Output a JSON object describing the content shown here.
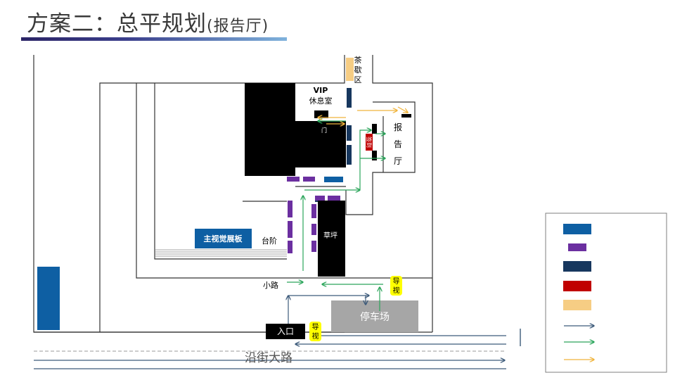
{
  "page": {
    "title": "方案二：总平规划",
    "subtitle": "(报告厅)"
  },
  "labels": {
    "tea_area": [
      "茶",
      "歇",
      "区"
    ],
    "vip_lounge": [
      "VIP",
      "休息室"
    ],
    "door_marker": "门",
    "hall_side_tag": "签到",
    "report_hall": [
      "报",
      "告",
      "厅"
    ],
    "main_board": "主视觉展板",
    "steps": "台阶",
    "lawn": "草坪",
    "path": "小路",
    "guide_right": [
      "导",
      "视"
    ],
    "parking": "停车场",
    "entrance": "入口",
    "guide_entrance": [
      "导",
      "视"
    ],
    "street": "沿街大路"
  },
  "legend": {
    "items": [
      {
        "kind": "swatch",
        "color": "#0e5fa3"
      },
      {
        "kind": "swatch",
        "color": "#6b2fa0"
      },
      {
        "kind": "swatch",
        "color": "#17375e"
      },
      {
        "kind": "swatch",
        "color": "#c00000"
      },
      {
        "kind": "swatch",
        "color": "#f6cd84"
      },
      {
        "kind": "arrow",
        "color": "#3c5a7a"
      },
      {
        "kind": "arrow",
        "color": "#2aa55a"
      },
      {
        "kind": "arrow",
        "color": "#f0b43c"
      }
    ]
  },
  "colors": {
    "blue_board": "#0e5fa3",
    "purple_item": "#6b2fa0",
    "navy_item": "#17375e",
    "red_item": "#c00000",
    "tea_yellow": "#f6cd84",
    "guide_yellow": "#ffff00",
    "arrow_green": "#2aa55a",
    "arrow_navy": "#3c5a7a",
    "arrow_orange": "#f0b43c",
    "parking_gray": "#a6a6a6"
  }
}
